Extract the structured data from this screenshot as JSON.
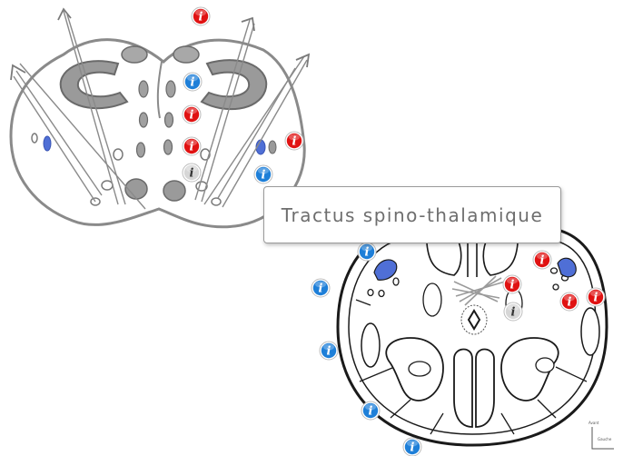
{
  "tooltip": {
    "text": "Tractus spino-thalamique"
  },
  "colors": {
    "info_red": "#e01212",
    "info_blue": "#1e7fd8",
    "info_grey": "#d6d6d6",
    "tract_blue": "#4f6fd6",
    "nucleus_grey": "#8a8a8a"
  },
  "icons": {
    "info": "info-icon",
    "arrow": "arrow-icon"
  },
  "info_button_label": "i",
  "info_buttons": [
    {
      "color": "red"
    },
    {
      "color": "blue"
    },
    {
      "color": "red"
    },
    {
      "color": "red"
    },
    {
      "color": "grey"
    },
    {
      "color": "red"
    },
    {
      "color": "blue"
    },
    {
      "color": "blue"
    },
    {
      "color": "red"
    },
    {
      "color": "red"
    },
    {
      "color": "red"
    },
    {
      "color": "red"
    },
    {
      "color": "blue"
    },
    {
      "color": "grey"
    },
    {
      "color": "blue"
    },
    {
      "color": "blue"
    },
    {
      "color": "blue"
    }
  ],
  "scale_legend": {
    "top": "Avant",
    "bottom": "Gauche"
  }
}
